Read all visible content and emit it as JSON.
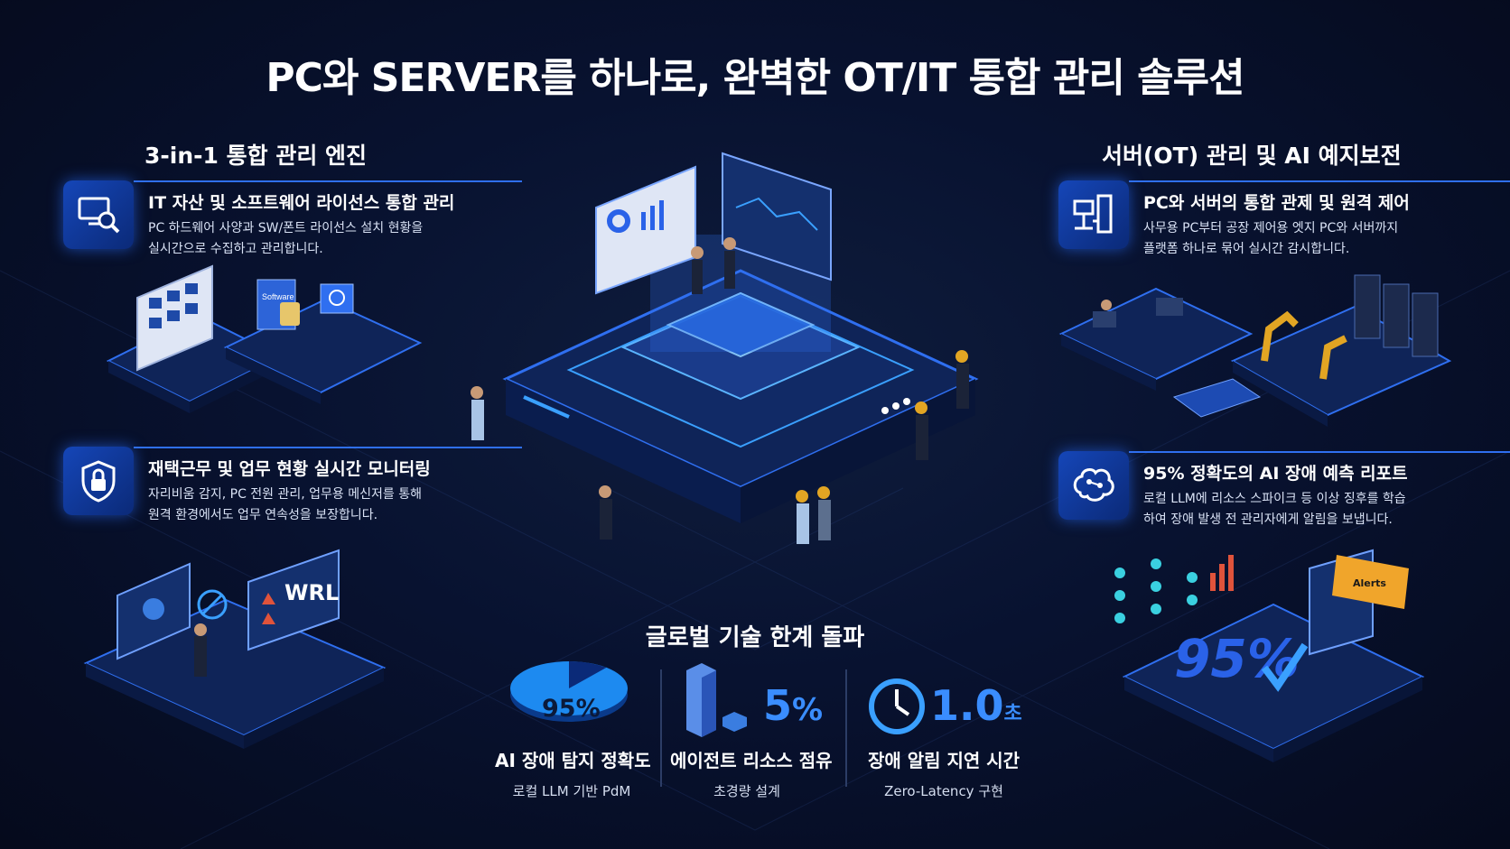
{
  "title": "PC와 SERVER를 하나로, 완벽한 OT/IT 통합 관리 솔루션",
  "left_section": {
    "title": "3-in-1 통합 관리 엔진",
    "cards": [
      {
        "title": "IT 자산 및 소프트웨어 라이선스 통합 관리",
        "desc_line1": "PC 하드웨어 사양과 SW/폰트 라이선스 설치 현황을",
        "desc_line2": "실시간으로 수집하고 관리합니다.",
        "icon": "monitor-search-icon"
      },
      {
        "title": "재택근무 및 업무 현황 실시간 모니터링",
        "desc_line1": "자리비움 감지, PC 전원 관리, 업무용 메신저를 통해",
        "desc_line2": "원격 환경에서도 업무 연속성을 보장합니다.",
        "icon": "shield-lock-icon"
      }
    ],
    "software_box_label": "Software",
    "wrl_label": "WRL"
  },
  "right_section": {
    "title": "서버(OT) 관리 및 AI 예지보전",
    "cards": [
      {
        "title": "PC와 서버의 통합 관제 및 원격 제어",
        "desc_line1": "사무용 PC부터 공장 제어용 엣지 PC와 서버까지",
        "desc_line2": "플랫폼 하나로 묶어 실시간 감시합니다.",
        "icon": "network-server-icon"
      },
      {
        "title": "95% 정확도의 AI 장애 예측 리포트",
        "desc_line1": "로컬 LLM에 리소스 스파이크 등 이상 징후를 학습",
        "desc_line2": "하여 장애 발생 전 관리자에게 알림을 보냅니다.",
        "icon": "ai-brain-icon"
      }
    ],
    "big_percent": "95%",
    "alert_label": "Alerts"
  },
  "breakthrough": {
    "title": "글로벌 기술 한계 돌파",
    "stats": [
      {
        "value": "95%",
        "label": "AI 장애 탐지 정확도",
        "sub": "로컬 LLM 기반 PdM",
        "fraction": 0.95
      },
      {
        "value": "5",
        "unit": "%",
        "label": "에이전트 리소스 점유",
        "sub": "초경량 설계"
      },
      {
        "value": "1.0",
        "unit": "초",
        "label": "장애 알림 지연 시간",
        "sub": "Zero-Latency 구현"
      }
    ]
  },
  "colors": {
    "accent": "#2f6ff0",
    "glow": "#3aa0ff",
    "bg": "#081230"
  }
}
